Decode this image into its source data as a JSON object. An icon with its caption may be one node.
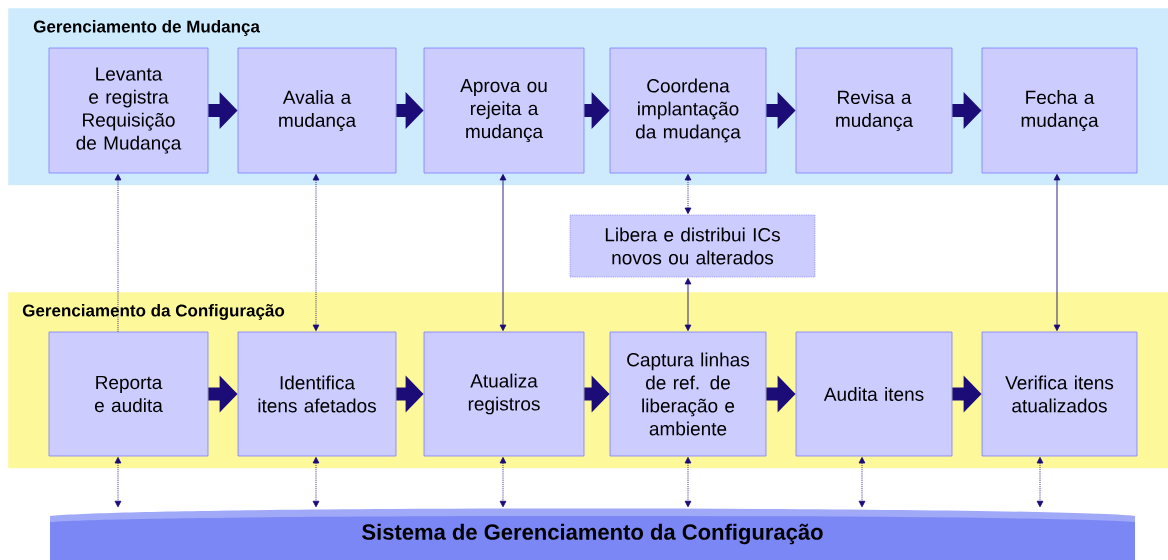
{
  "diagram": {
    "nodes": [
      {
        "text": [
          "Gerenciamento de Mudança"
        ]
      },
      {
        "text": [
          "Levanta e registra Requisição de Mudança"
        ],
        "in": 0
      },
      {
        "text": [
          "Avalia a mudança"
        ],
        "in": 0
      },
      {
        "text": [
          "Aprova ou rejeita a mudança"
        ],
        "in": 0
      },
      {
        "text": [
          "Coordena implantação da mudança"
        ],
        "in": 0
      },
      {
        "text": [
          "Revisa a mudança"
        ],
        "in": 0
      },
      {
        "text": [
          "Fecha a mudança"
        ],
        "in": 0
      },
      {
        "text": [
          "Libera e distribui ICs novos ou alterados"
        ]
      },
      {
        "text": [
          "Gerenciamento da Configuração"
        ]
      },
      {
        "text": [
          "Reporta e audita"
        ],
        "in": 8
      },
      {
        "text": [
          "Identifica itens afetados"
        ],
        "in": 8
      },
      {
        "text": [
          "Atualiza registros"
        ],
        "in": 8
      },
      {
        "text": [
          "Captura linhas de ref. de liberação e ambiente"
        ],
        "in": 8
      },
      {
        "text": [
          "Audita itens"
        ],
        "in": 8
      },
      {
        "text": [
          "Verifica itens atualizados"
        ],
        "in": 8
      },
      {
        "text": [
          "Sistema de Gerenciamento da Configuração"
        ]
      }
    ],
    "edges": [
      {
        "from": 1,
        "to": 2,
        "arrow": "to",
        "style": "thick"
      },
      {
        "from": 2,
        "to": 3,
        "arrow": "to",
        "style": "thick"
      },
      {
        "from": 3,
        "to": 4,
        "arrow": "to",
        "style": "thick"
      },
      {
        "from": 4,
        "to": 5,
        "arrow": "to",
        "style": "thick"
      },
      {
        "from": 5,
        "to": 6,
        "arrow": "to",
        "style": "thick"
      },
      {
        "from": 9,
        "to": 1,
        "arrow": "to",
        "style": "dashed"
      },
      {
        "from": 2,
        "to": 10,
        "arrow": "both",
        "style": "dashed"
      },
      {
        "from": 3,
        "to": 11,
        "arrow": "both"
      },
      {
        "from": 4,
        "to": 7,
        "arrow": "both",
        "style": "dashed"
      },
      {
        "from": 7,
        "to": 12,
        "arrow": "both"
      },
      {
        "from": 6,
        "to": 14,
        "arrow": "both"
      },
      {
        "from": 9,
        "to": 10,
        "arrow": "to",
        "style": "thick"
      },
      {
        "from": 10,
        "to": 11,
        "arrow": "to",
        "style": "thick"
      },
      {
        "from": 11,
        "to": 12,
        "arrow": "to",
        "style": "thick"
      },
      {
        "from": 12,
        "to": 13,
        "arrow": "to",
        "style": "thick"
      },
      {
        "from": 13,
        "to": 14,
        "arrow": "to",
        "style": "thick"
      },
      {
        "from": 9,
        "to": 15,
        "arrow": "both",
        "style": "dashed"
      },
      {
        "from": 10,
        "to": 15,
        "arrow": "both",
        "style": "dashed"
      },
      {
        "from": 11,
        "to": 15,
        "arrow": "both",
        "style": "dashed"
      },
      {
        "from": 12,
        "to": 15,
        "arrow": "both",
        "style": "dashed"
      },
      {
        "from": 13,
        "to": 15,
        "arrow": "both",
        "style": "dashed"
      },
      {
        "from": 14,
        "to": 15,
        "arrow": "both",
        "style": "dashed"
      }
    ]
  }
}
